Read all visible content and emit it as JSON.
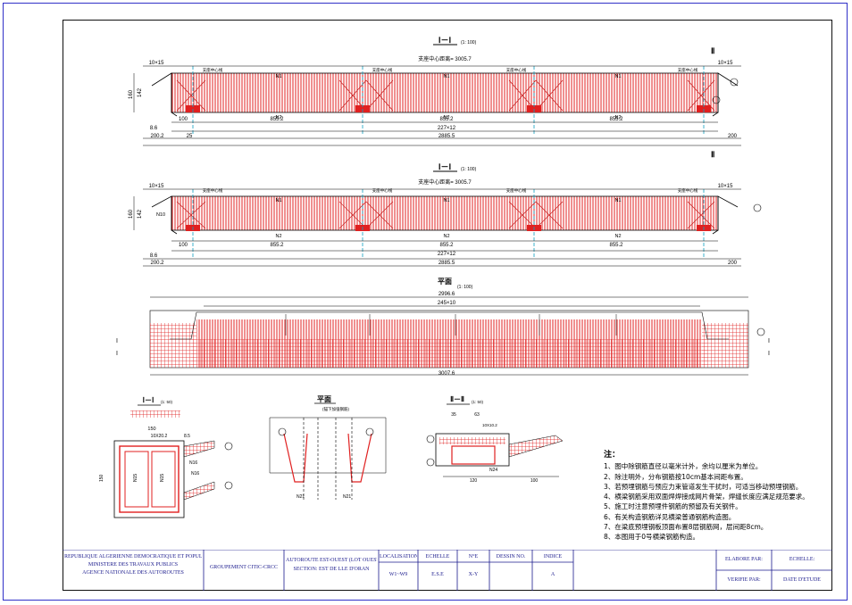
{
  "drawing": {
    "sec1_title": "Ⅰ－Ⅰ",
    "sec1_scale": "(1: 100)",
    "sec1_span_label": "支座中心距离= 3005.7",
    "sec2_title": "Ⅰ－Ⅰ",
    "sec2_scale": "(1: 100)",
    "sec2_span_label": "支座中心距离= 3005.7",
    "plan_title": "平面",
    "plan_scale": "(1: 100)",
    "plan_dim_top": "2996.6",
    "plan_dim_spacing": "245×10",
    "plan_dim_total": "3007.6",
    "bearing_label": "支座中心线",
    "dims": {
      "d10x15": "10×15",
      "d5": "5",
      "d160": "160",
      "d142": "142",
      "d100": "100",
      "d855": "855.2",
      "d227": "227×12",
      "d8": "8.6",
      "d200": "200.2",
      "d25": "25",
      "d2885": "2885.5",
      "d200b": "200",
      "n1": "N1",
      "n2": "N2",
      "n10": "N10"
    },
    "small1_title": "Ⅰ－Ⅰ",
    "small1_scale": "(1: 50)",
    "small1_dims": {
      "a": "150",
      "b": "10X20.2",
      "c": "8.5",
      "d": "150",
      "e": "N16",
      "f": "N15"
    },
    "small2_title": "平面",
    "small2_sub": "(锚下加强钢筋)",
    "small2_n": "N21",
    "small3_title": "Ⅱ－Ⅱ",
    "small3_scale": "(1: 50)",
    "small3_dims": {
      "a": "35",
      "b": "63",
      "c": "10X10.2",
      "d": "120",
      "e": "100",
      "f": "N24"
    }
  },
  "notes": {
    "title": "注：",
    "items": [
      "1、图中除钢筋直径以毫米计外，余均以厘米为单位。",
      "2、除注明外，分布钢筋按10cm基本间距布置。",
      "3、若预埋钢筋与预应力束管道发生干扰时，可适当移动预埋钢筋。",
      "4、横梁钢筋采用双面焊焊接成网片骨架，焊缝长度应满足规范要求。",
      "5、施工时注意预埋件钢筋的预留及有关钢件。",
      "6、有关构造钢筋详见横梁普通钢筋构造图。",
      "7、在梁底预埋钢板顶面布置8层钢筋网，层间距8cm。",
      "8、本图用于0号横梁钢筋构造。"
    ]
  },
  "title_block": {
    "org_line1": "REPUBLIQUE ALGERIENNE DEMOCRATIQUE ET POPULAIRE",
    "org_line2": "MINISTERE DES TRAVAUX PUBLICS",
    "org_line3": "AGENCE NATIONALE DES AUTOROUTES",
    "company": "GROUPEMENT CITIC-CRCC",
    "project_line1": "AUTOROUTE EST-OUEST (LOT OUEST)",
    "project_line2": "SECTION: EST DE LLE D'ORAN",
    "col_localisation": "LOCALISATION",
    "val_localisation": "W1~W9",
    "col_echelle": "ECHELLE",
    "val_echelle": "E.S.E",
    "col_no": "N°E",
    "val_no": "X-Y",
    "col_dessin": "DESSIN NO.",
    "val_dessin": "",
    "col_indice": "INDICE",
    "val_indice": "A",
    "right_label1": "ELABORE PAR:",
    "right_value1": "ECHELLE:",
    "right_label2": "VERIFIE PAR:",
    "right_value2": "DATE D'ETUDE"
  }
}
